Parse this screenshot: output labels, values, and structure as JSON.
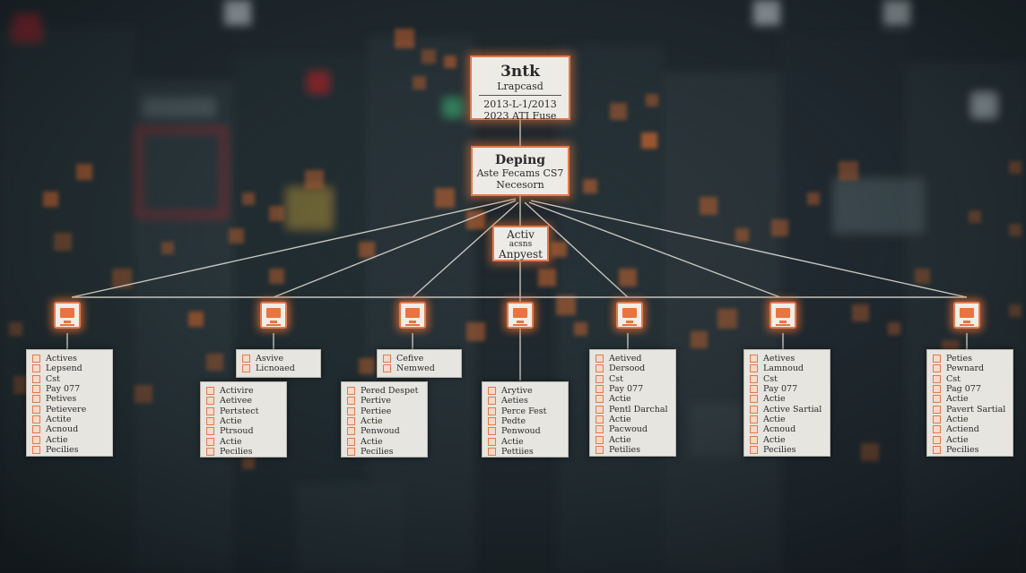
{
  "top_node": {
    "title": "3ntk",
    "subtitle": "Lrapcasd",
    "line1": "2013-L-1/2013",
    "line2": "2023 ATI Fuse"
  },
  "mid_node": {
    "title": "Deping",
    "line1": "Aste Fecams CS7",
    "line2": "Necesorn"
  },
  "hub_node": {
    "line1": "Activ",
    "line2": "acsns",
    "line3": "Anpyest"
  },
  "columns": [
    {
      "panels": [
        [
          "Actives",
          "Lepsend",
          "Cst",
          "Pay 077",
          "Petives",
          "Petievere",
          "Actite",
          "Acnoud",
          "Actie",
          "Pecilies"
        ]
      ]
    },
    {
      "panels": [
        [
          "Asvive",
          "Licnoaed"
        ],
        [
          "Activire",
          "Aetivee",
          "Pertstect",
          "Actie",
          "Ptrsoud",
          "Actie",
          "Pecilies"
        ]
      ]
    },
    {
      "panels": [
        [
          "Cefive",
          "Nemwed"
        ],
        [
          "Pered Despet",
          "Pertive",
          "Pertiee",
          "Actie",
          "Penwoud",
          "Actie",
          "Pecilies"
        ]
      ]
    },
    {
      "panels": [
        [
          "Arytive",
          "Aeties",
          "Perce Fest",
          "Pedte",
          "Penwoud",
          "Actie",
          "Pettiies"
        ]
      ]
    },
    {
      "panels": [
        [
          "Aetived",
          "Dersood",
          "Cst",
          "Pay 077",
          "Actie",
          "Pentl Darchal",
          "Actie",
          "Pacwoud",
          "Actie",
          "Petilies"
        ]
      ]
    },
    {
      "panels": [
        [
          "Aetives",
          "Lamnoud",
          "Cst",
          "Pay 077",
          "Actie",
          "Active Sartial",
          "Actie",
          "Acnoud",
          "Actie",
          "Pecilies"
        ]
      ]
    },
    {
      "panels": [
        [
          "Peties",
          "Pewnard",
          "Cst",
          "Pag 077",
          "Actie",
          "Pavert Sartial",
          "Actie",
          "Actiend",
          "Actie",
          "Pecilies"
        ]
      ]
    }
  ],
  "colors": {
    "accent": "#e07a4e",
    "card": "#ecebe6",
    "background": "#1c2429"
  },
  "icons": {
    "node_icon": "computer-monitor-icon"
  }
}
